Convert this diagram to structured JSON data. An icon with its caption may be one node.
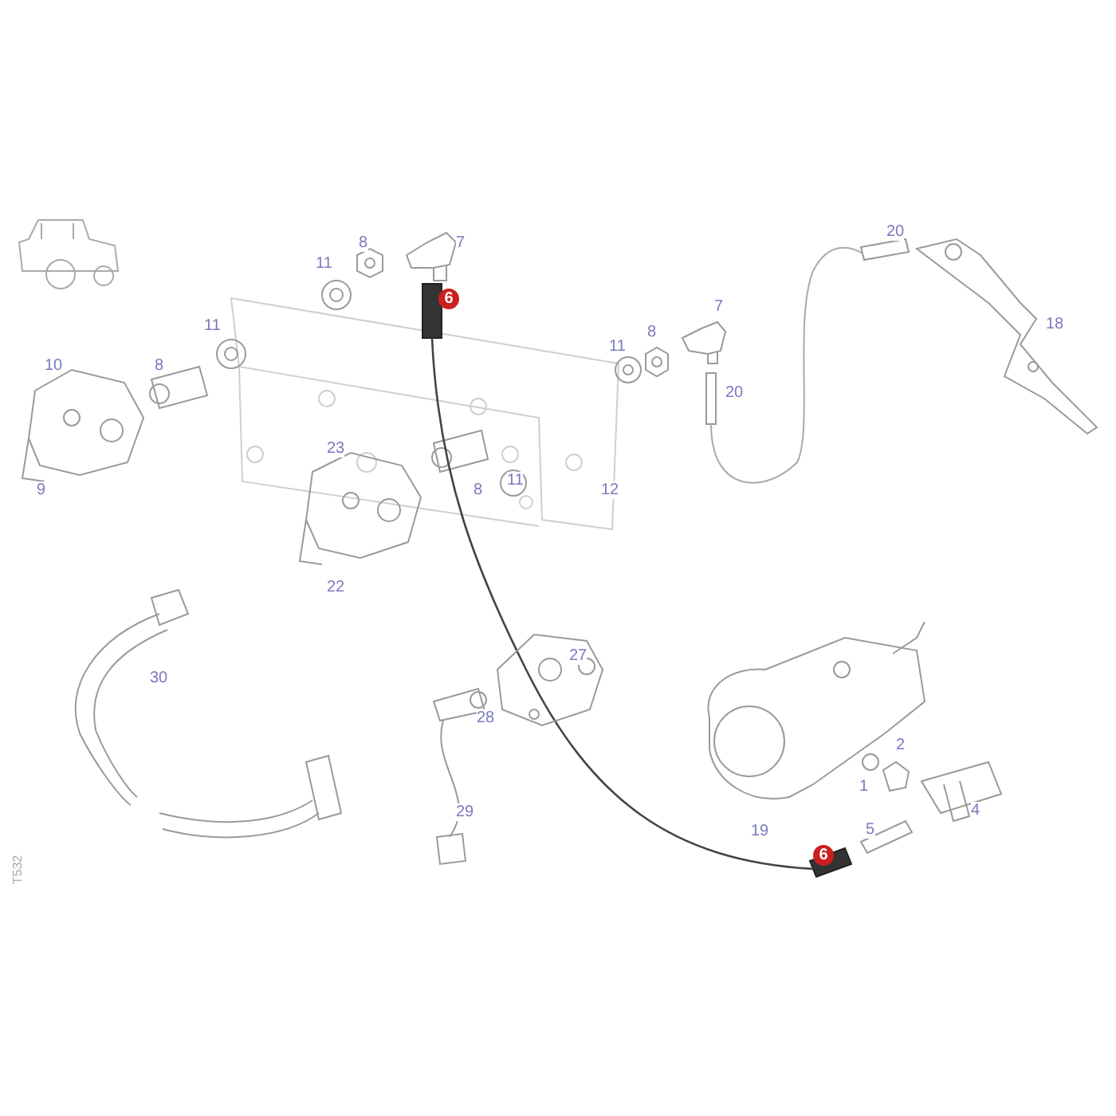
{
  "diagram": {
    "labels": [
      "20",
      "7",
      "8",
      "11",
      "6",
      "7",
      "18",
      "11",
      "11",
      "8",
      "10",
      "8",
      "20",
      "23",
      "11",
      "8",
      "9",
      "12",
      "22",
      "27",
      "30",
      "28",
      "2",
      "1",
      "4",
      "29",
      "5",
      "19",
      "6",
      "T532"
    ]
  }
}
